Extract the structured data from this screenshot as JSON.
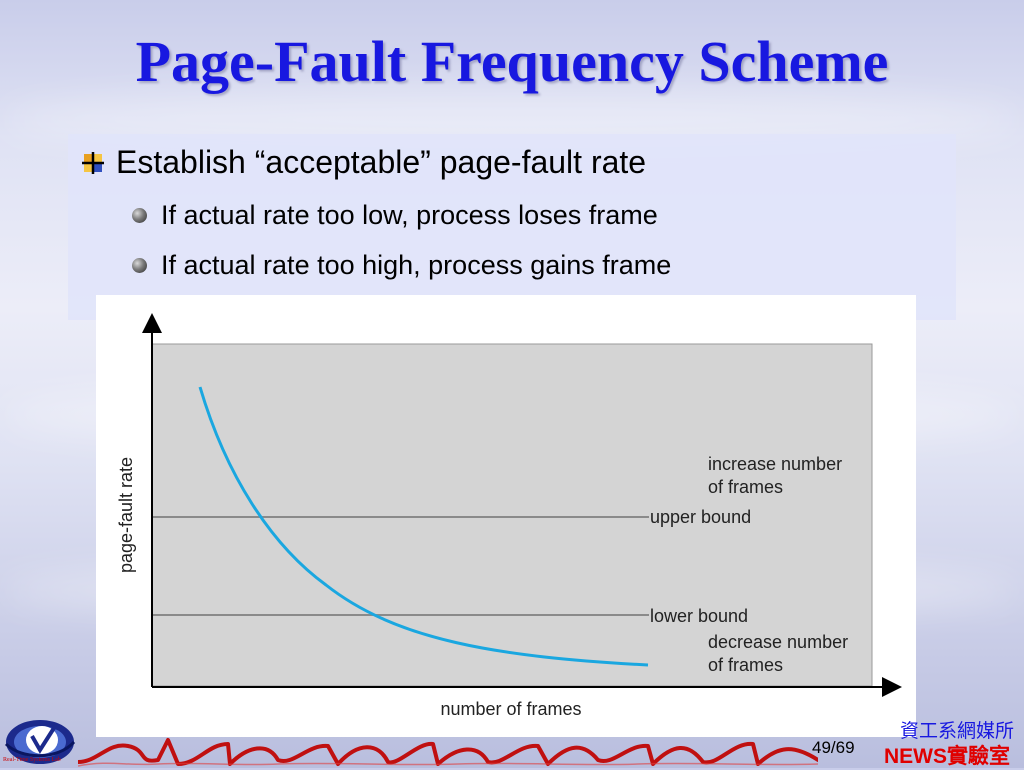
{
  "slide": {
    "title": "Page-Fault Frequency Scheme",
    "bullets": {
      "level1": "Establish “acceptable” page-fault rate",
      "level2": [
        "If actual rate too low, process loses frame",
        "If actual rate too high, process gains frame"
      ]
    },
    "icons": {
      "level1": "square-bullet-icon",
      "level2": "round-bullet-icon"
    }
  },
  "diagram": {
    "ylabel": "page-fault rate",
    "xlabel": "number of frames",
    "upper_label": "upper bound",
    "lower_label": "lower bound",
    "increase_label": [
      "increase number",
      "of frames"
    ],
    "decrease_label": [
      "decrease number",
      "of frames"
    ],
    "colors": {
      "curve": "#1aa7e0",
      "plot_bg": "#d4d4d4",
      "bound_line": "#8a8a8a"
    }
  },
  "footer": {
    "page_current": "49",
    "page_total": "/69",
    "dept": "資工系網媒所",
    "lab_news": "NEWS",
    "lab_rest": "實驗室",
    "logo_caption": "Real-Time Systems Lab"
  }
}
